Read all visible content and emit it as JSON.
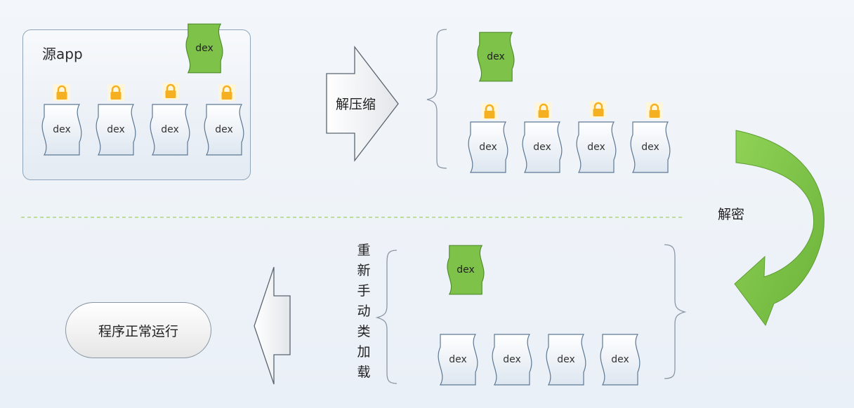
{
  "source_app": {
    "title": "源app",
    "dex_label": "dex",
    "encrypted_dex_labels": [
      "dex",
      "dex",
      "dex",
      "dex"
    ]
  },
  "step_unzip": {
    "label": "解压缩"
  },
  "unzipped": {
    "dex_label": "dex",
    "encrypted_dex_labels": [
      "dex",
      "dex",
      "dex",
      "dex"
    ]
  },
  "step_decrypt": {
    "label": "解密"
  },
  "decrypted": {
    "dex_label": "dex",
    "dex_labels": [
      "dex",
      "dex",
      "dex",
      "dex"
    ]
  },
  "step_reload": {
    "label": "重新手动类加载"
  },
  "result": {
    "label": "程序正常运行"
  },
  "colors": {
    "green": "#7fc24a",
    "lock": "#f5b021",
    "doc_stroke": "#5d7894",
    "divider": "#9fd06a"
  }
}
